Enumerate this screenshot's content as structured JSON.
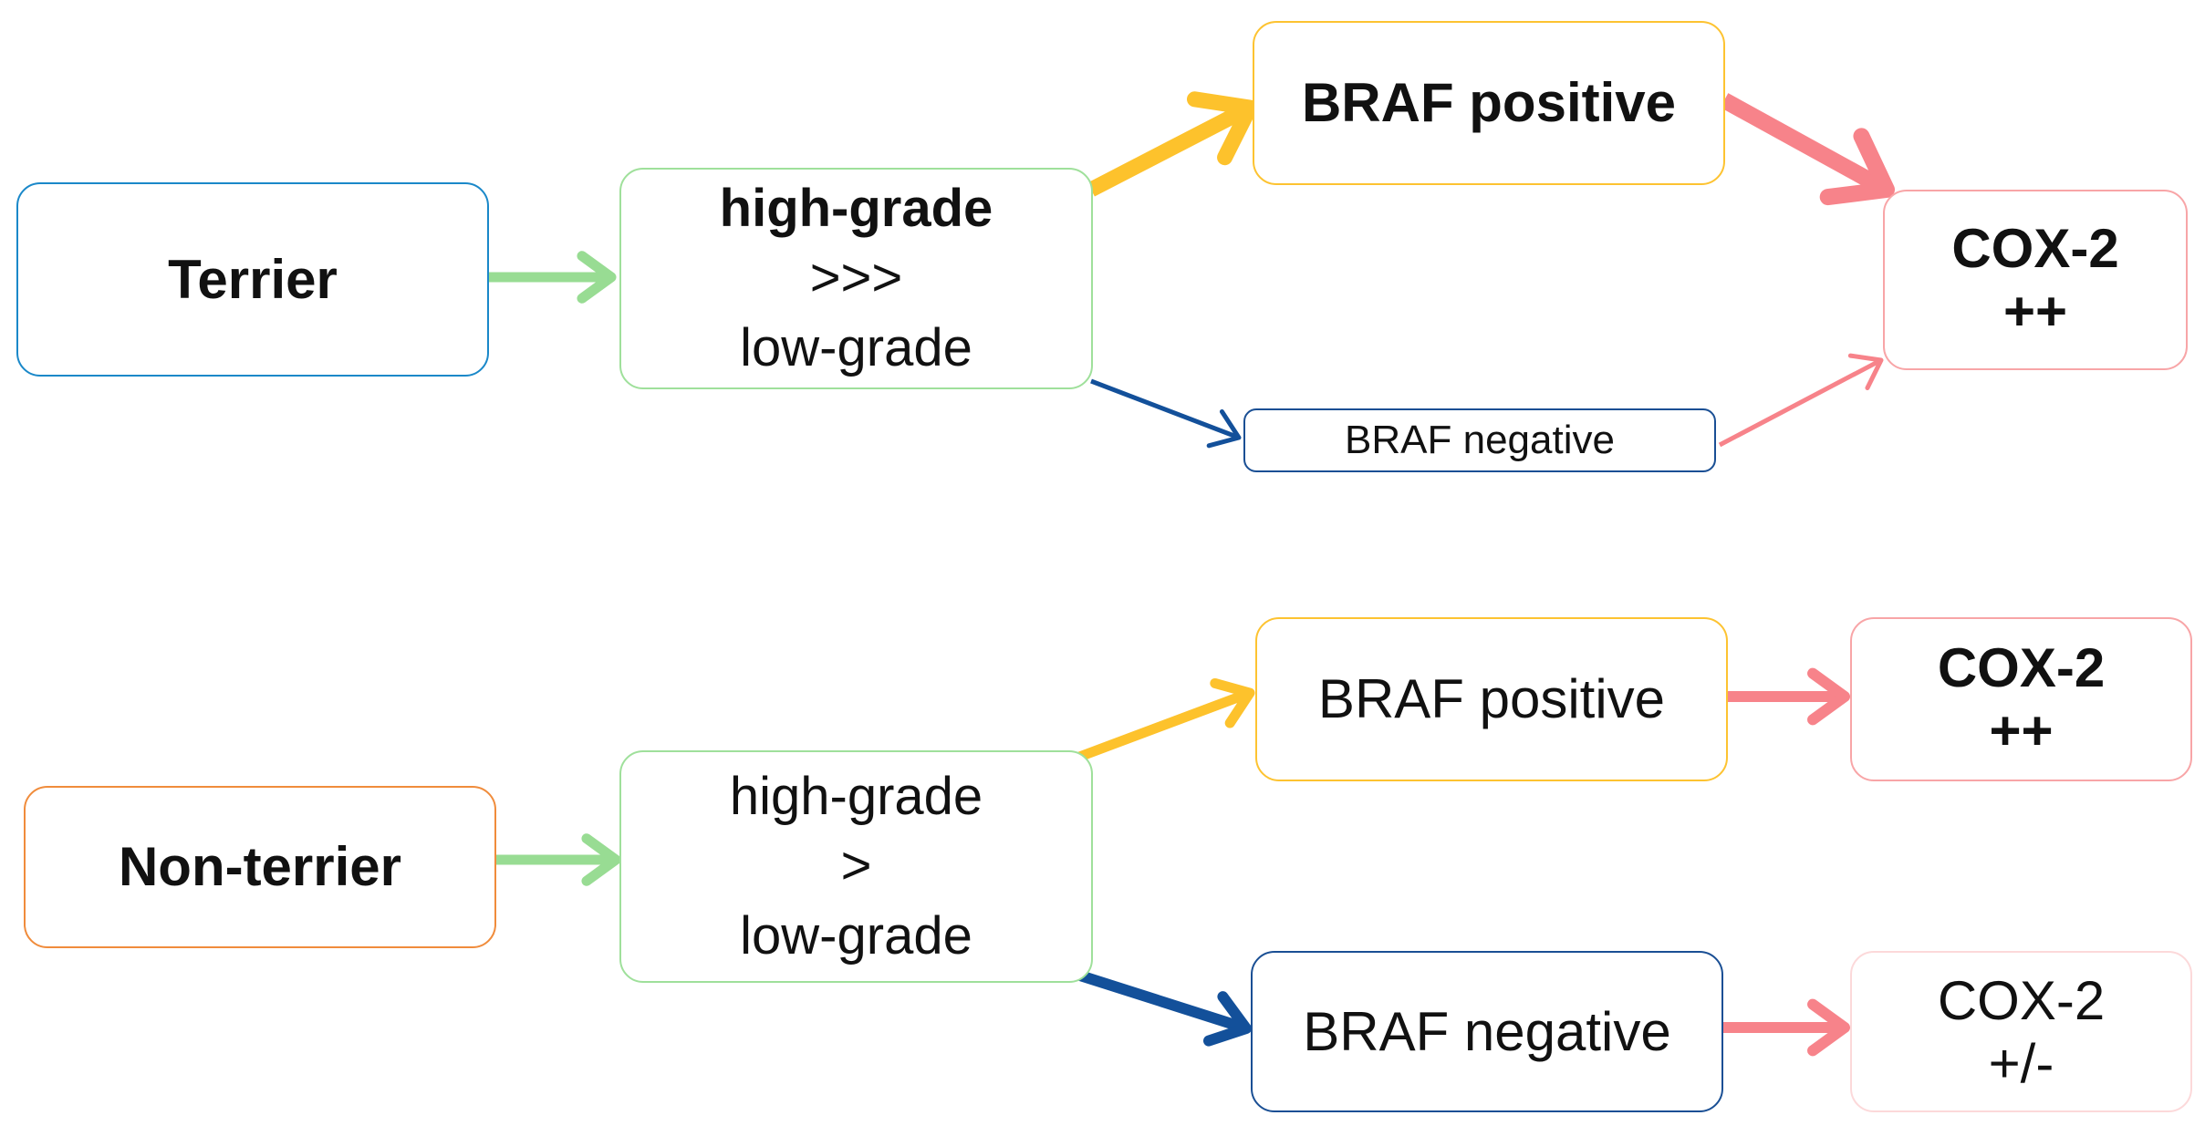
{
  "colors": {
    "green": "#98dc93",
    "yellow": "#fdc22c",
    "pink": "#f7838a",
    "blue": "#13509a"
  },
  "nodes": {
    "terrier": {
      "label": "Terrier"
    },
    "hg1": {
      "line1": "high-grade",
      "line2": ">>>",
      "line3": "low-grade"
    },
    "bp1": {
      "label": "BRAF positive"
    },
    "bn1": {
      "label": "BRAF negative"
    },
    "cox1": {
      "line1": "COX-2",
      "line2": "++"
    },
    "nonterrier": {
      "label": "Non-terrier"
    },
    "hg2": {
      "line1": "high-grade",
      "line2": ">",
      "line3": "low-grade"
    },
    "bp2": {
      "label": "BRAF positive"
    },
    "bn2": {
      "label": "BRAF negative"
    },
    "cox2": {
      "line1": "COX-2",
      "line2": "++"
    },
    "cox3": {
      "line1": "COX-2",
      "line2": "+/-"
    }
  }
}
